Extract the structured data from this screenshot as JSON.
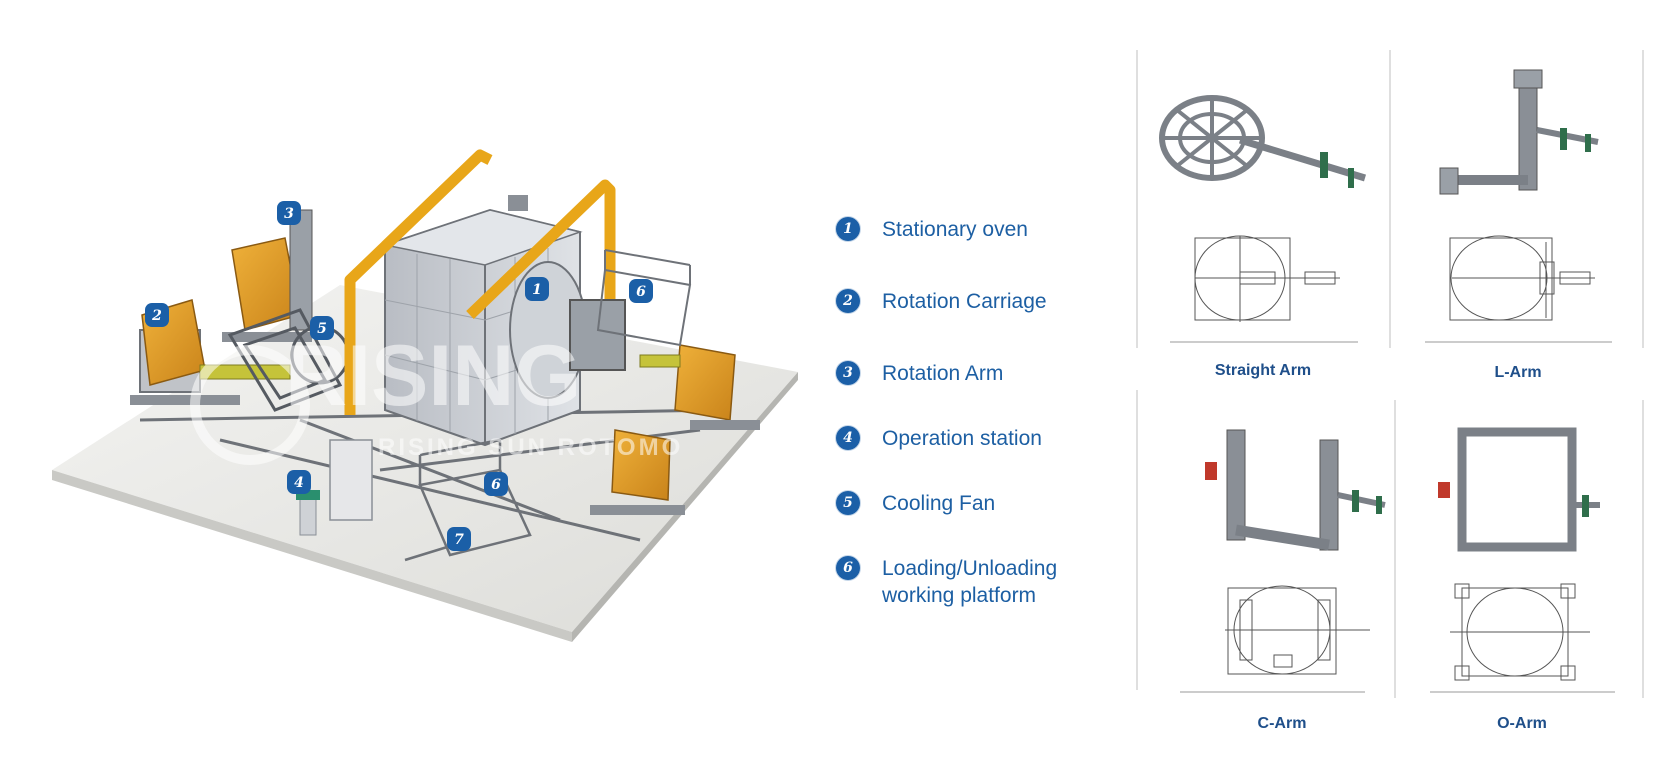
{
  "machine": {
    "watermark_logo": "RISING",
    "watermark_tagline": "RISING SUN ROTOMO",
    "callouts": [
      "1",
      "2",
      "3",
      "4",
      "5",
      "6",
      "6",
      "7"
    ],
    "colors": {
      "frame_yellow": "#e8a619",
      "callout_blue": "#1b5fa7",
      "steel": "#8a8f96",
      "floor": "#e9e9e6"
    }
  },
  "legend": {
    "items": [
      {
        "number": "1",
        "label": "Stationary oven"
      },
      {
        "number": "2",
        "label": "Rotation Carriage"
      },
      {
        "number": "3",
        "label": "Rotation Arm"
      },
      {
        "number": "4",
        "label": "Operation station"
      },
      {
        "number": "5",
        "label": "Cooling Fan"
      },
      {
        "number": "6",
        "label": "Loading/Unloading\nworking platform"
      }
    ]
  },
  "arm_types": {
    "straight": "Straight Arm",
    "l_arm": "L-Arm",
    "c_arm": "C-Arm",
    "o_arm": "O-Arm"
  }
}
